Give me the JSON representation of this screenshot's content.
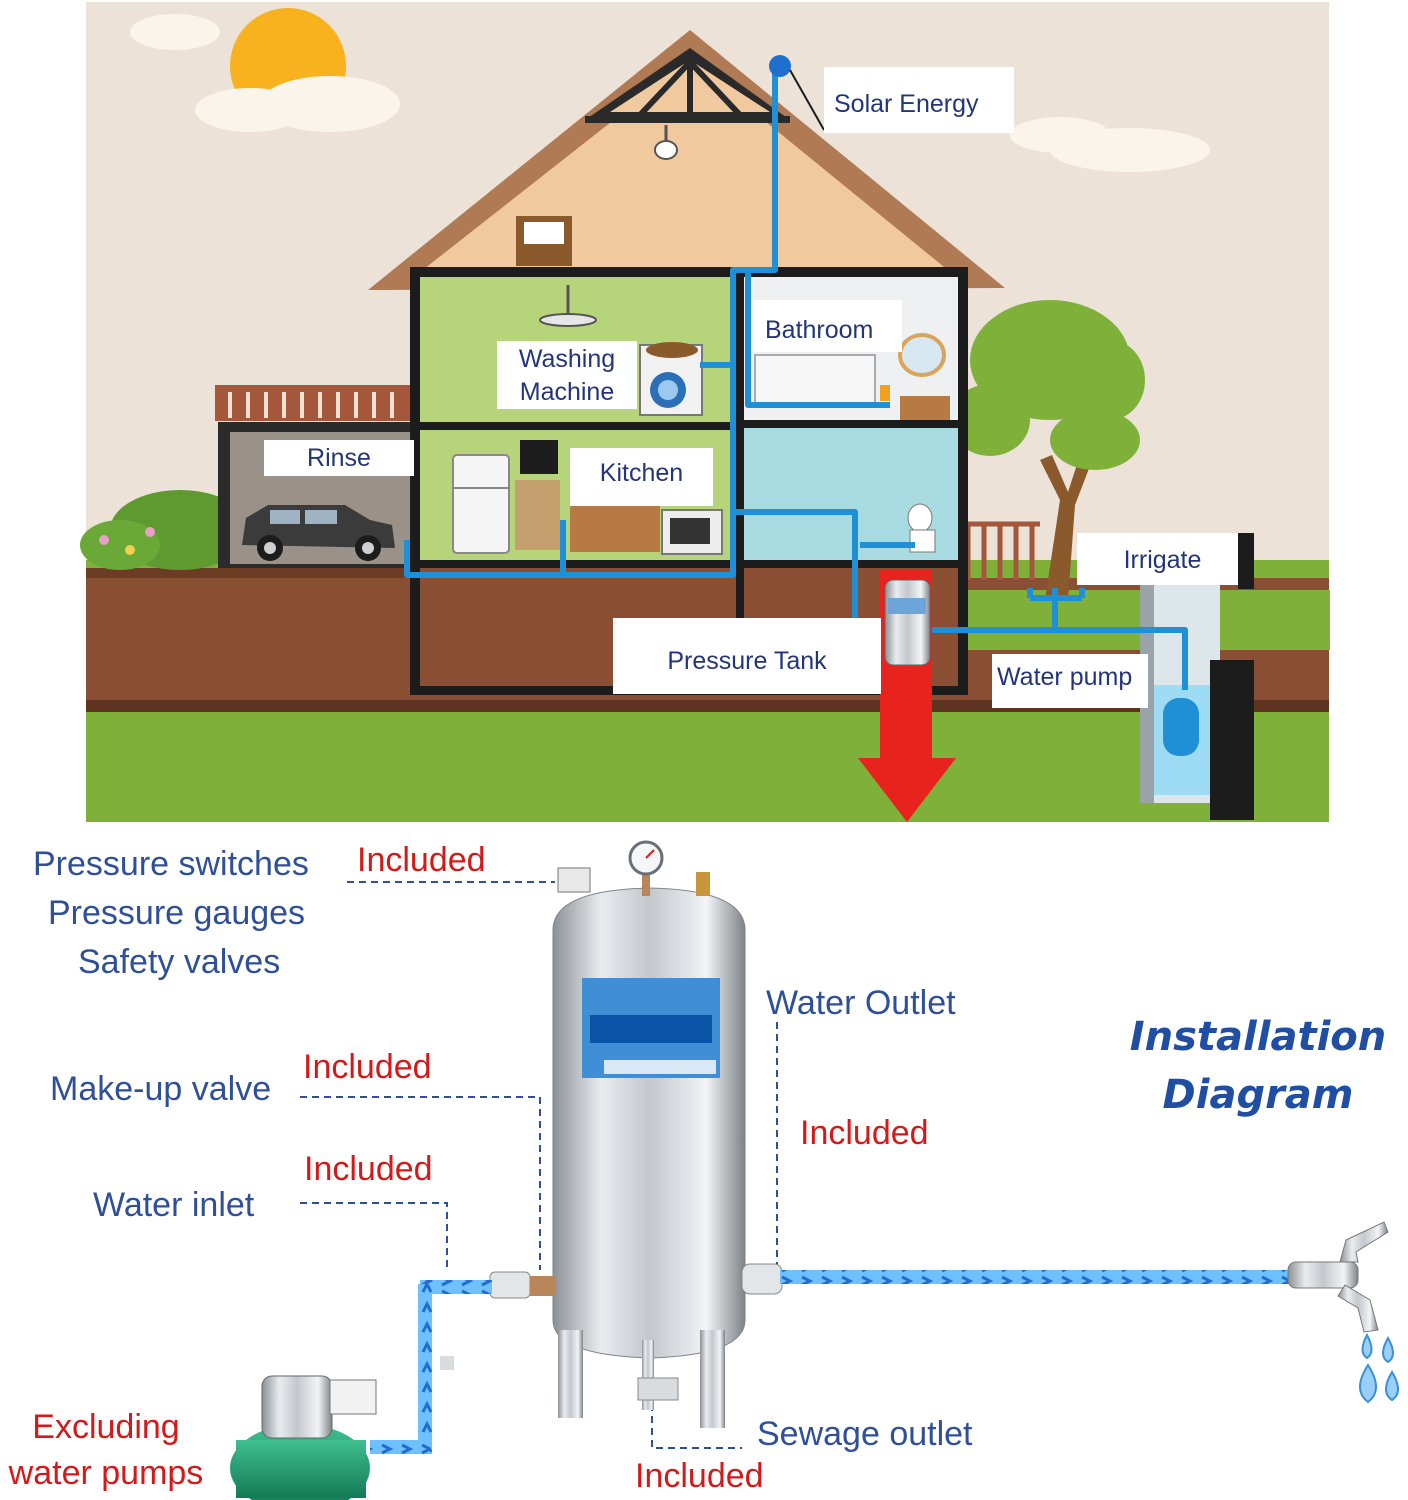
{
  "house_labels": {
    "solar_energy": "Solar Energy",
    "bathroom": "Bathroom",
    "washing_machine": [
      "Washing",
      "Machine"
    ],
    "rinse": "Rinse",
    "kitchen": "Kitchen",
    "irrigate": "Irrigate",
    "pressure_tank": "Pressure Tank",
    "water_pump": "Water pump"
  },
  "components": {
    "pressure_switches": "Pressure switches",
    "pressure_gauges": "Pressure gauges",
    "safety_valves": "Safety valves",
    "top_fittings_status": "Included",
    "makeup_valve": "Make-up valve",
    "makeup_valve_status": "Included",
    "water_inlet": "Water inlet",
    "water_inlet_status": "Included",
    "water_outlet": "Water Outlet",
    "water_outlet_status": "Included",
    "sewage_outlet": "Sewage outlet",
    "sewage_outlet_status": "Included",
    "pump_note": [
      "Excluding",
      "water pumps"
    ]
  },
  "title": [
    "Installation",
    "Diagram"
  ],
  "colors": {
    "sky": "#ece2d8",
    "grass": "#7fb13a",
    "soil": "#8a4f32",
    "pipe": "#1f8fd6",
    "label_text": "#23357a",
    "callout_blue": "#2f4f99",
    "callout_red": "#d21a1a",
    "title_blue": "#1f4ea2",
    "arrow_red": "#e8231e"
  }
}
